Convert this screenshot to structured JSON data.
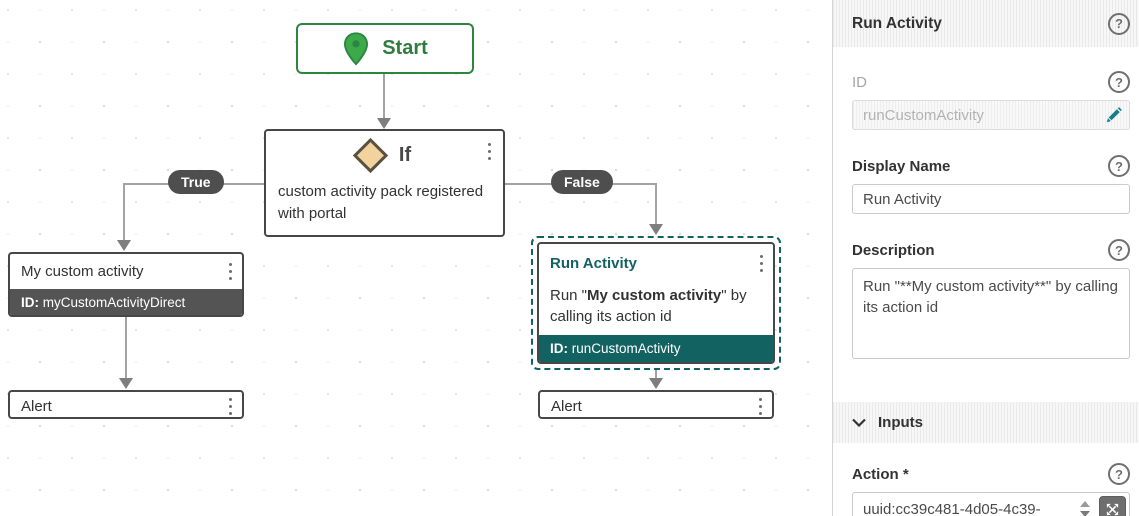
{
  "colors": {
    "accent_teal": "#126261",
    "start_green": "#2e8540",
    "node_border": "#474747",
    "branch_pill_bg": "#4e4e4e",
    "id_footer_gray": "#545454",
    "if_diamond_fill": "#f2d39e",
    "if_diamond_border": "#5a5143"
  },
  "icons": {
    "help_glyph": "?"
  },
  "canvas": {
    "start": {
      "label": "Start"
    },
    "if_node": {
      "title": "If",
      "description": "custom activity pack registered with portal"
    },
    "branches": {
      "true_label": "True",
      "false_label": "False"
    },
    "my_custom_activity": {
      "title": "My custom activity",
      "id_label": "ID:",
      "id_value": "myCustomActivityDirect"
    },
    "run_activity": {
      "title": "Run Activity",
      "desc_prefix": "Run \"",
      "desc_bold": "My custom activity",
      "desc_suffix": "\" by calling its action id",
      "id_label": "ID:",
      "id_value": "runCustomActivity"
    },
    "alert_left": {
      "title": "Alert"
    },
    "alert_right": {
      "title": "Alert"
    }
  },
  "panel": {
    "title": "Run Activity",
    "id_field": {
      "label": "ID",
      "value": "runCustomActivity"
    },
    "display_name": {
      "label": "Display Name",
      "value": "Run Activity"
    },
    "description": {
      "label": "Description",
      "value": "Run \"**My custom activity**\" by calling its action id"
    },
    "inputs_section": {
      "label": "Inputs"
    },
    "action": {
      "label": "Action *",
      "value": "uuid:cc39c481-4d05-4c39-"
    }
  }
}
